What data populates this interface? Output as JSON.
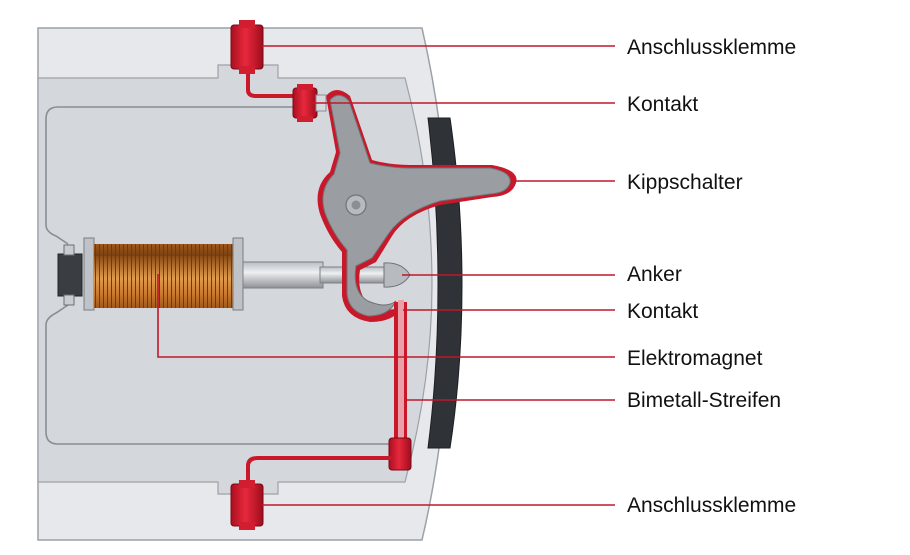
{
  "labels": {
    "terminal_top": "Anschlussklemme",
    "contact_top": "Kontakt",
    "toggle_switch": "Kippschalter",
    "armature": "Anker",
    "contact_bottom": "Kontakt",
    "electromagnet": "Elektromagnet",
    "bimetal_strip": "Bimetall-Streifen",
    "terminal_bottom": "Anschlussklemme"
  },
  "colors": {
    "accent_red": "#c8182a",
    "leader_red": "#c0182b",
    "housing_grey": "#e6e8ec",
    "inner_grey": "#d4d8dd",
    "copper_coil": "#c9772c",
    "switch_grey": "#9a9ea3",
    "dark_button": "#2f3338"
  }
}
